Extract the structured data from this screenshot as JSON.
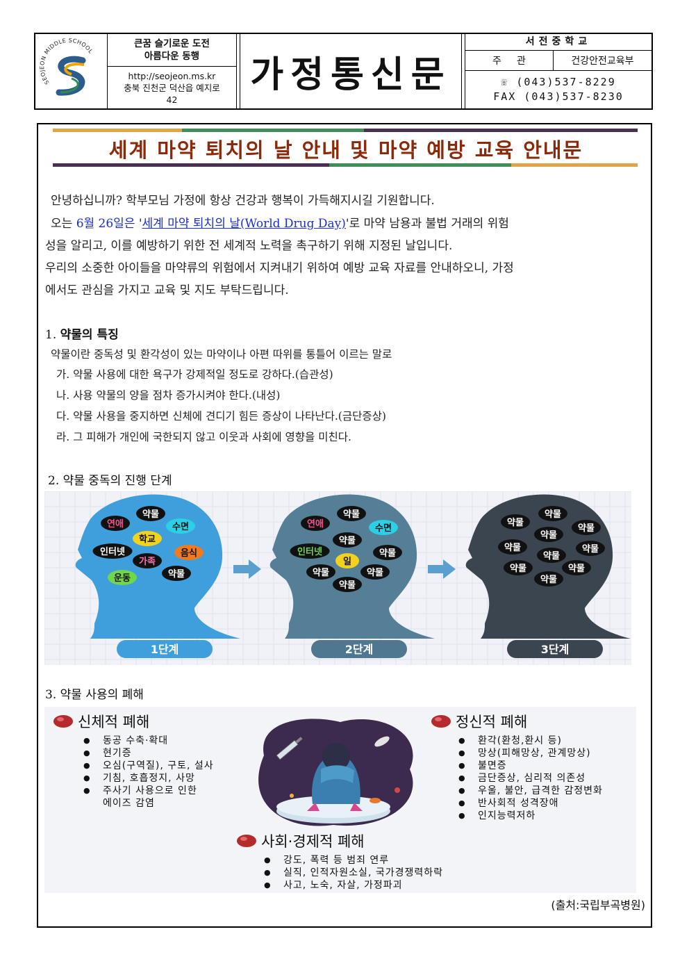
{
  "header": {
    "logo_text": "SEOJEON MIDDLE SCHOOL",
    "motto_line1": "큰꿈 슬기로운 도전",
    "motto_line2": "아름다운 동행",
    "url": "http://seojeon.ms.kr",
    "address_line1": "충북 진천군 덕산읍 예지로",
    "address_line2": "42",
    "title": "가정통신문",
    "school": "서전중학교",
    "dept_key1": "주",
    "dept_key2": "관",
    "dept_value": "건강안전교육부",
    "tel": "☏ (043)537-8229",
    "fax": "FAX (043)537-8230"
  },
  "main": {
    "title": "세계 마약 퇴치의 날 안내 및 마약 예방 교육 안내문",
    "intro": {
      "line1": "안녕하십니까? 학부모님 가정에 항상 건강과 행복이 가득해지시길 기원합니다.",
      "line2_a": "오는 ",
      "line2_date": "6월 26일은",
      "line2_b": " '",
      "line2_link": "세계 마약 퇴치의 날(World Drug Day)",
      "line2_c": "'로 마약 남용과 불법 거래의 위험",
      "line3": "성을 알리고, 이를 예방하기 위한 전 세계적 노력을 촉구하기 위해 지정된 날입니다.",
      "line4": "우리의 소중한 아이들을 마약류의 위험에서 지켜내기 위하여 예방 교육 자료를 안내하오니, 가정",
      "line5": "에서도 관심을 가지고 교육 및 지도 부탁드립니다."
    },
    "section1": {
      "heading_num": "1. ",
      "heading": "약물의 특징",
      "definition": "약물이란 중독성 및 환각성이 있는 마약이나 아편 따위를 통틀어 이르는 말로",
      "items": [
        "가. 약물 사용에 대한 욕구가 강제적일 정도로 강하다.(습관성)",
        "나. 사용 약물의 양을 점차 증가시켜야 한다.(내성)",
        "다. 약물 사용을 중지하면 신체에 견디기 힘든 증상이 나타난다.(금단증상)",
        "라. 그 피해가 개인에 국한되지 않고 이웃과 사회에 영향을 미친다."
      ]
    },
    "section2": {
      "heading": "2. 약물 중독의 진행 단계",
      "stage1": {
        "label": "1단계",
        "words": [
          "약물",
          "연애",
          "수면",
          "학교",
          "인터넷",
          "음식",
          "가족",
          "약물",
          "운동"
        ]
      },
      "stage2": {
        "label": "2단계",
        "words": [
          "약물",
          "연애",
          "수면",
          "약물",
          "인터넷",
          "약물",
          "일",
          "약물",
          "약물",
          "약물"
        ]
      },
      "stage3": {
        "label": "3단계",
        "words": [
          "약물",
          "약물",
          "약물",
          "약물",
          "약물",
          "약물",
          "약물",
          "약물",
          "약물",
          "약물"
        ]
      }
    },
    "section3": {
      "heading": "3. 약물 사용의 폐해",
      "physical": {
        "title": "신체적 폐해",
        "items": [
          "동공 수축·확대",
          "현기증",
          "오심(구역질), 구토, 설사",
          "기침, 호흡정지, 사망",
          "주사기 사용으로 인한"
        ],
        "cont": "에이즈 감염"
      },
      "mental": {
        "title": "정신적 폐해",
        "items": [
          "환각(환청,환시 등)",
          "망상(피해망상, 관계망상)",
          "불면증",
          "금단증상, 심리적 의존성",
          "우울, 불안, 급격한 감정변화",
          "반사회적 성격장애",
          "인지능력저하"
        ]
      },
      "social": {
        "title": "사회·경제적 폐해",
        "items": [
          "강도, 폭력 등 범죄 연루",
          "실직, 인적자원소실, 국가경쟁력하락",
          "사고, 노숙, 자살, 가정파괴"
        ]
      }
    },
    "source": "(출처:국립부곡병원)"
  },
  "colors": {
    "title": "#8b2a0a",
    "bar_orange": "#e4a34a",
    "bar_green": "#3f8e58",
    "bar_purple": "#4b2e55",
    "stage1_head": "#3e9fdc",
    "stage2_head": "#557f97",
    "stage3_head": "#3a454f",
    "link_blue": "#1a2fd0"
  }
}
